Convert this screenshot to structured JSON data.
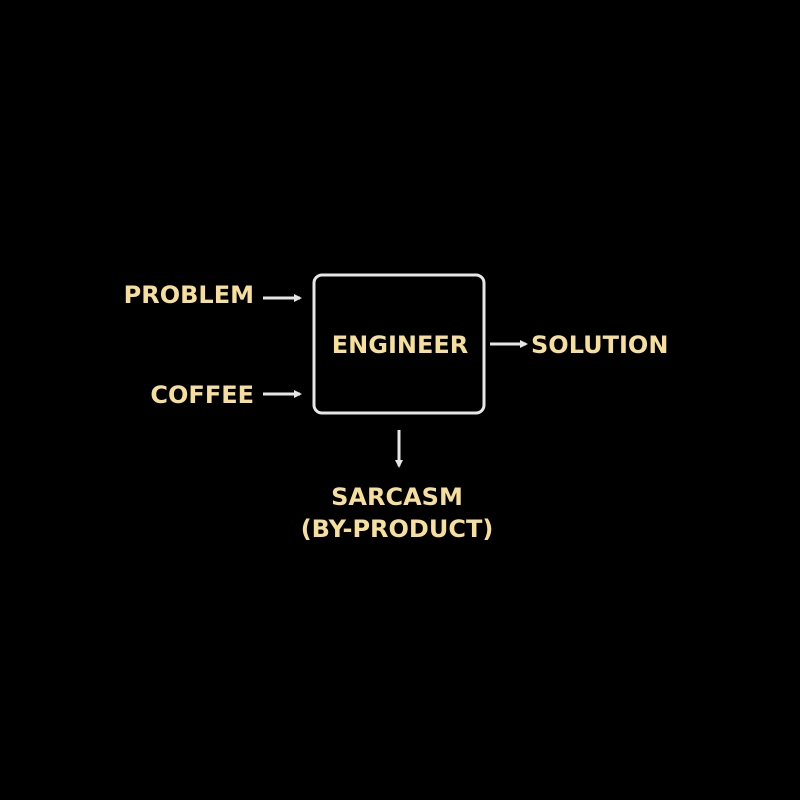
{
  "colors": {
    "background": "#000000",
    "text": "#f5df9a",
    "line": "#e6e6e6"
  },
  "diagram": {
    "inputs": {
      "problem": "PROBLEM",
      "coffee": "COFFEE"
    },
    "process": "ENGINEER",
    "output": "SOLUTION",
    "byproduct": {
      "line1": "SARCASM",
      "line2": "(BY-PRODUCT)"
    }
  }
}
